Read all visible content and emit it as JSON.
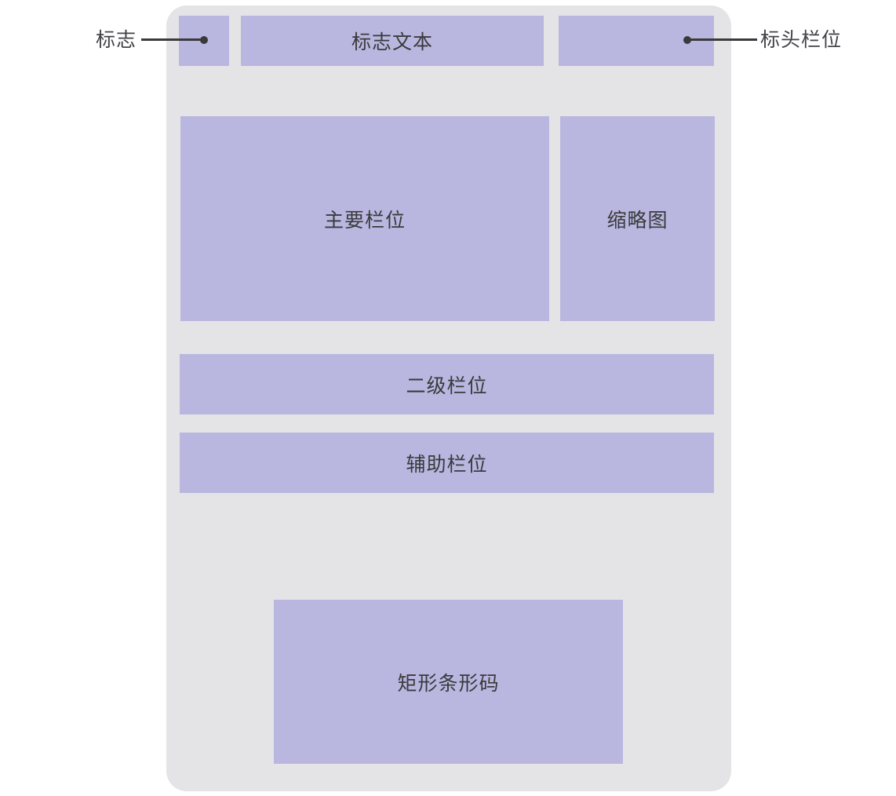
{
  "theme": {
    "page_bg": "#FFFFFF",
    "card_bg": "#E4E4E6",
    "block_bg": "#B9B7DF",
    "block_text": "#3A3A3C",
    "annotation_text": "#434347",
    "line_color": "#3A3A3C"
  },
  "diagram": {
    "blocks": [
      {
        "name": "logo",
        "label": ""
      },
      {
        "name": "logo-text",
        "label": "标志文本"
      },
      {
        "name": "header-field",
        "label": ""
      },
      {
        "name": "main-field",
        "label": "主要栏位"
      },
      {
        "name": "thumbnail",
        "label": "缩略图"
      },
      {
        "name": "secondary-field",
        "label": "二级栏位"
      },
      {
        "name": "auxiliary-field",
        "label": "辅助栏位"
      },
      {
        "name": "barcode",
        "label": "矩形条形码"
      }
    ],
    "annotations": [
      {
        "name": "logo-callout",
        "label": "标志",
        "side": "left"
      },
      {
        "name": "header-field-callout",
        "label": "标头栏位",
        "side": "right"
      }
    ]
  }
}
